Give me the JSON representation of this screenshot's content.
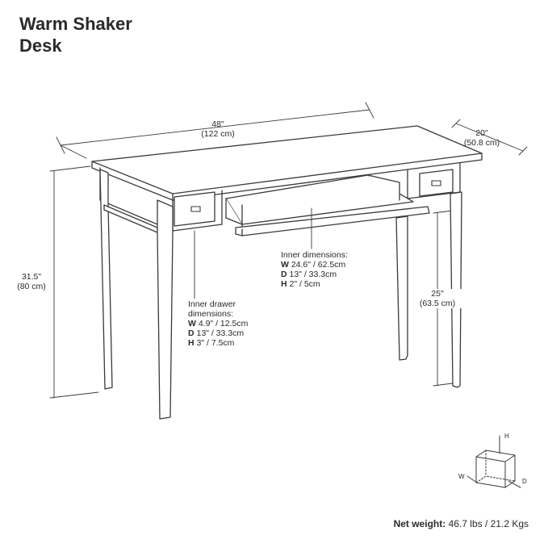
{
  "title": {
    "line1": "Warm Shaker",
    "line2": "Desk"
  },
  "dimensions": {
    "width": {
      "imperial": "48\"",
      "metric": "(122 cm)"
    },
    "depth": {
      "imperial": "20\"",
      "metric": "(50.8 cm)"
    },
    "height": {
      "imperial": "31.5\"",
      "metric": "(80 cm)"
    },
    "knee_height": {
      "imperial": "25\"",
      "metric": "(63.5 cm)"
    }
  },
  "inner_drawer": {
    "heading_line1": "Inner drawer",
    "heading_line2": "dimensions:",
    "w_key": "W",
    "w_val": " 4.9\" / 12.5cm",
    "d_key": "D",
    "d_val": " 13\" / 33.3cm",
    "h_key": "H",
    "h_val": " 3\" / 7.5cm"
  },
  "inner_tray": {
    "heading": "Inner dimensions:",
    "w_key": "W",
    "w_val": " 24.6\" / 62.5cm",
    "d_key": "D",
    "d_val": " 13\" / 33.3cm",
    "h_key": "H",
    "h_val": " 2\" / 5cm"
  },
  "axis_legend": {
    "h": "H",
    "w": "W",
    "d": "D"
  },
  "net_weight": {
    "label": "Net weight:",
    "value": " 46.7 lbs / 21.2 Kgs"
  },
  "colors": {
    "line": "#3a3a3a",
    "text": "#2a2a2a",
    "background": "#ffffff"
  },
  "icons": [
    "cube-axis-icon",
    "drawer-pull-icon"
  ]
}
